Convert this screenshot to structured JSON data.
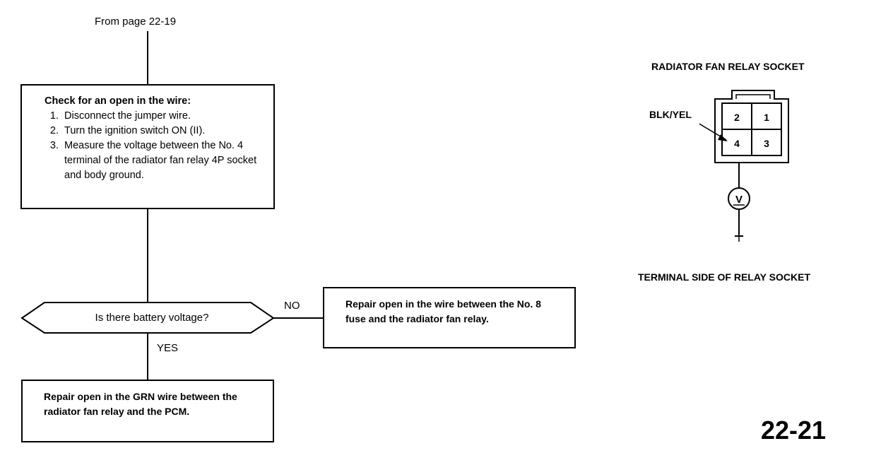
{
  "flow": {
    "from_label": "From page 22-19",
    "step1": {
      "heading": "Check for an open in the wire:",
      "items": [
        "Disconnect the jumper wire.",
        "Turn the ignition switch ON (II).",
        "Measure the voltage between the No. 4 terminal of the radiator fan relay 4P socket and body ground."
      ]
    },
    "decision": "Is there battery voltage?",
    "no_label": "NO",
    "yes_label": "YES",
    "no_result": "Repair open in the wire between the No. 8 fuse and the radiator fan relay.",
    "yes_result": "Repair open in the GRN wire between the radiator fan relay and the PCM."
  },
  "connector": {
    "title": "RADIATOR FAN RELAY SOCKET",
    "wire_label": "BLK/YEL",
    "terminals": [
      "2",
      "1",
      "4",
      "3"
    ],
    "meter_symbol": "V",
    "caption": "TERMINAL SIDE OF RELAY SOCKET"
  },
  "page_number": "22-21"
}
